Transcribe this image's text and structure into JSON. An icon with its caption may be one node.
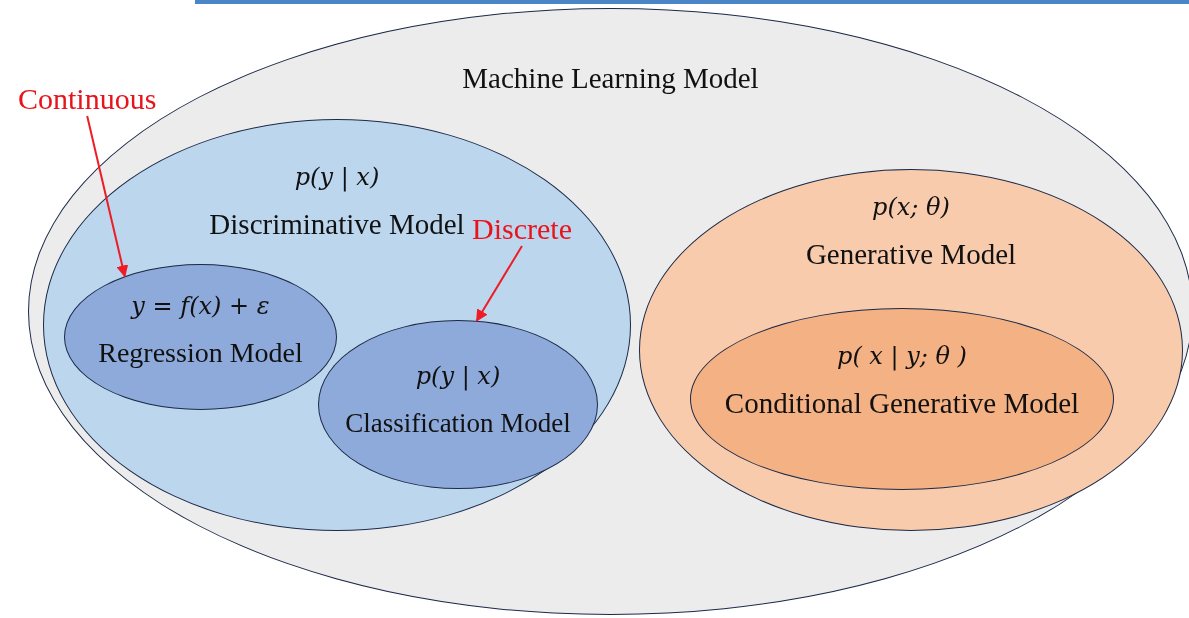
{
  "diagram": {
    "nodes": [
      {
        "text": [
          "Machine Learning Model"
        ]
      },
      {
        "text": [
          "p(y | x)",
          "Discriminative Model"
        ],
        "in": 0
      },
      {
        "text": [
          "y = f(x) + ε",
          "Regression Model"
        ],
        "in": 1
      },
      {
        "text": [
          "p(y | x)",
          "Classification Model"
        ],
        "in": 1
      },
      {
        "text": [
          "p(x; θ)",
          "Generative Model"
        ],
        "in": 0
      },
      {
        "text": [
          "p( x | y; θ )",
          "Conditional Generative Model"
        ],
        "in": 4
      },
      {
        "text": [
          "Continuous"
        ]
      },
      {
        "text": [
          "Discrete"
        ],
        "in": 1
      }
    ],
    "edges": [
      {
        "from": 6,
        "to": 2,
        "arrow": "to"
      },
      {
        "from": 7,
        "to": 3,
        "arrow": "to"
      }
    ]
  }
}
